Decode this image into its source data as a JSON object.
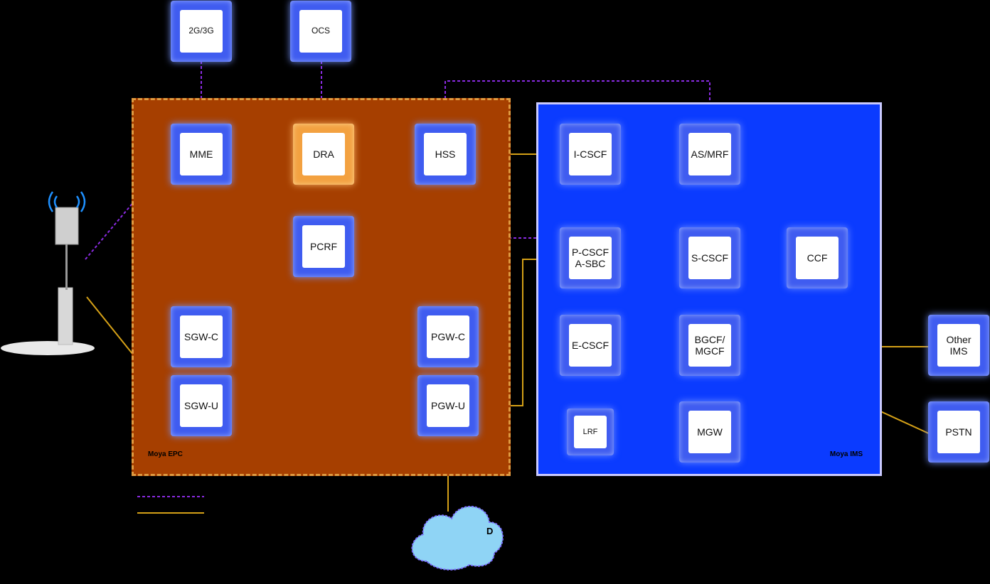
{
  "regions": {
    "epc_label": "Moya EPC",
    "ims_label": "Moya IMS"
  },
  "nodes": {
    "n2g3g": "2G/3G",
    "ocs": "OCS",
    "mme": "MME",
    "dra": "DRA",
    "hss": "HSS",
    "pcrf": "PCRF",
    "sgwc": "SGW-C",
    "pgwc": "PGW-C",
    "sgwu": "SGW-U",
    "pgwu": "PGW-U",
    "icscf": "I-CSCF",
    "asmrf": "AS/MRF",
    "pcscf": "P-CSCF\nA-SBC",
    "scscf": "S-CSCF",
    "ccf": "CCF",
    "ecscf": "E-CSCF",
    "bgcf": "BGCF/\nMGCF",
    "lrf": "LRF",
    "mgw": "MGW",
    "otherims": "Other\nIMS",
    "pstn": "PSTN"
  },
  "cloud_label": "D",
  "colors": {
    "signaling": "#8a2be2",
    "media": "#d4a017",
    "epc_bg": "#a63f00",
    "ims_bg": "#0b3bff",
    "node_blue": "#3f5cf0",
    "node_orange": "#f3a140"
  }
}
